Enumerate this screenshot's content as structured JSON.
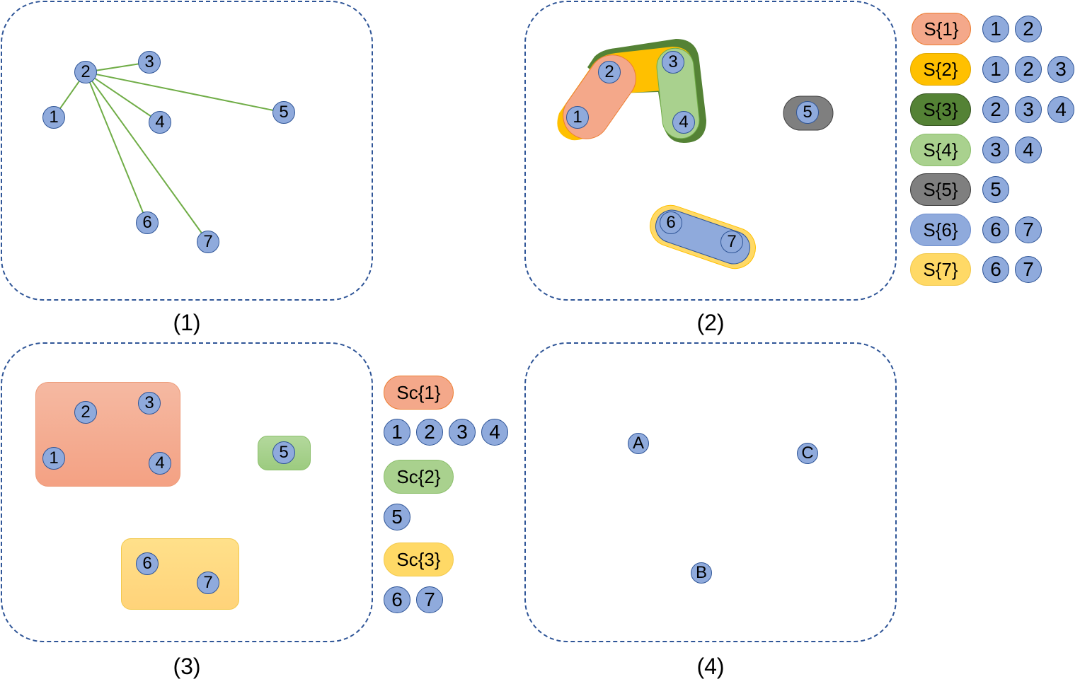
{
  "captions": [
    "(1)",
    "(2)",
    "(3)",
    "(4)"
  ],
  "panel1": {
    "nodes": [
      "1",
      "2",
      "3",
      "4",
      "5",
      "6",
      "7"
    ],
    "edges": [
      [
        "2",
        "1"
      ],
      [
        "2",
        "3"
      ],
      [
        "2",
        "4"
      ],
      [
        "2",
        "5"
      ],
      [
        "2",
        "6"
      ],
      [
        "2",
        "7"
      ]
    ]
  },
  "panel2": {
    "nodes": [
      "1",
      "2",
      "3",
      "4",
      "5",
      "6",
      "7"
    ]
  },
  "legend2": [
    {
      "label": "S{1}",
      "members": [
        "1",
        "2"
      ],
      "color": "#f4a88a"
    },
    {
      "label": "S{2}",
      "members": [
        "1",
        "2",
        "3"
      ],
      "color": "#ffc000"
    },
    {
      "label": "S{3}",
      "members": [
        "2",
        "3",
        "4"
      ],
      "color": "#548235"
    },
    {
      "label": "S{4}",
      "members": [
        "3",
        "4"
      ],
      "color": "#a9d18e"
    },
    {
      "label": "S{5}",
      "members": [
        "5"
      ],
      "color": "#7f7f7f"
    },
    {
      "label": "S{6}",
      "members": [
        "6",
        "7"
      ],
      "color": "#8faadc"
    },
    {
      "label": "S{7}",
      "members": [
        "6",
        "7"
      ],
      "color": "#ffd966"
    }
  ],
  "panel3": {
    "nodes": [
      "1",
      "2",
      "3",
      "4",
      "5",
      "6",
      "7"
    ]
  },
  "legend3": [
    {
      "label": "Sc{1}",
      "members": [
        "1",
        "2",
        "3",
        "4"
      ],
      "color": "#f4a88a"
    },
    {
      "label": "Sc{2}",
      "members": [
        "5"
      ],
      "color": "#a9d18e"
    },
    {
      "label": "Sc{3}",
      "members": [
        "6",
        "7"
      ],
      "color": "#ffd966"
    }
  ],
  "panel4": {
    "nodes": [
      "A",
      "C",
      "B"
    ]
  },
  "colors": {
    "node_fill": "#8faadc",
    "node_border": "#2f5597",
    "edge": "#70ad47",
    "panel_border": "#2f5597"
  }
}
